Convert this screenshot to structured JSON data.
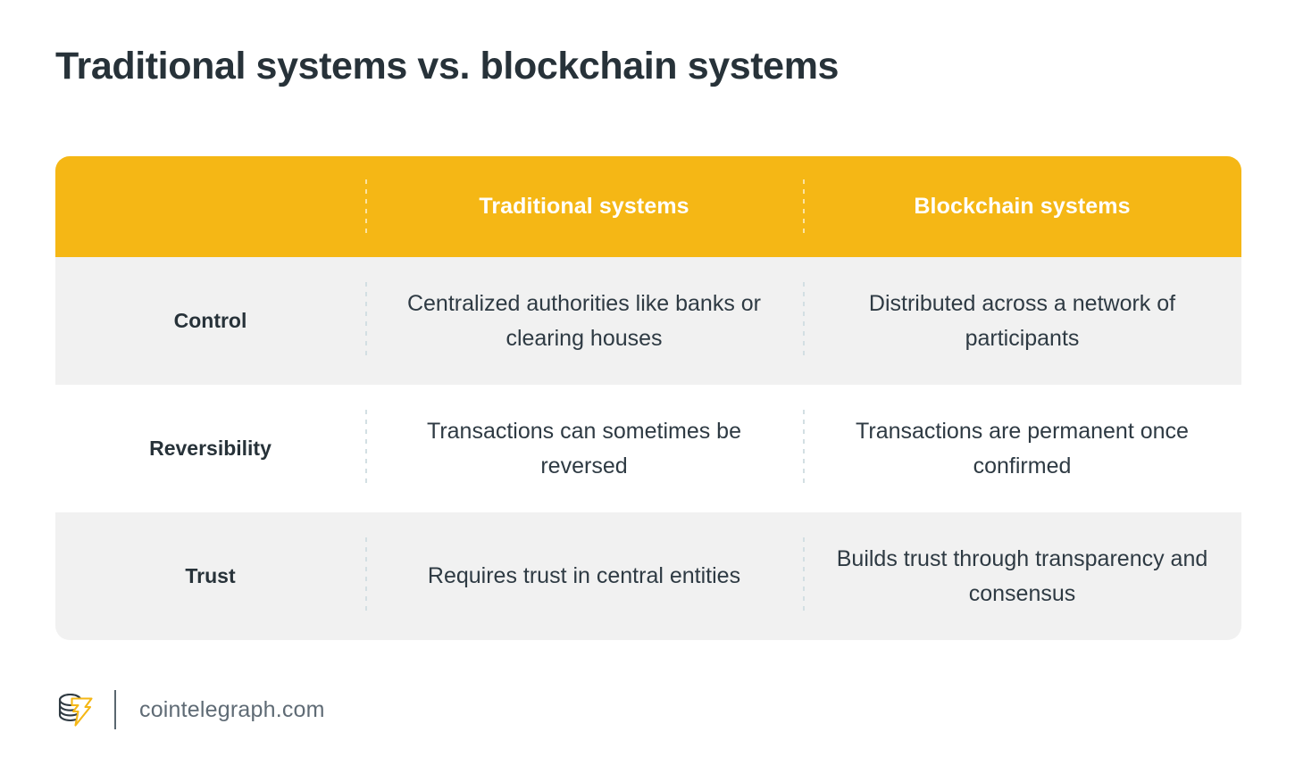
{
  "page_title": "Traditional systems vs. blockchain systems",
  "colors": {
    "header_bg": "#F5B715",
    "header_text": "#FFFFFF",
    "row_gray_bg": "#F1F1F1",
    "row_white_bg": "#FFFFFF",
    "body_text": "#2E3A43",
    "title_text": "#273239",
    "separator_header": "#FBE3A0",
    "separator_body": "#D3DFE3",
    "footer_text": "#5F6B75",
    "logo_accent": "#F5B715"
  },
  "table": {
    "columns": [
      {
        "key": "attribute",
        "label": ""
      },
      {
        "key": "traditional",
        "label": "Traditional systems"
      },
      {
        "key": "blockchain",
        "label": "Blockchain systems"
      }
    ],
    "rows": [
      {
        "attribute": "Control",
        "traditional": "Centralized authorities like banks or clearing houses",
        "blockchain": "Distributed across a network of participants"
      },
      {
        "attribute": "Reversibility",
        "traditional": "Transactions can sometimes be reversed",
        "blockchain": "Transactions are permanent once confirmed"
      },
      {
        "attribute": "Trust",
        "traditional": "Requires trust in central entities",
        "blockchain": "Builds trust through transparency and consensus"
      }
    ]
  },
  "footer": {
    "logo_name": "cointelegraph-logo",
    "site": "cointelegraph.com"
  }
}
